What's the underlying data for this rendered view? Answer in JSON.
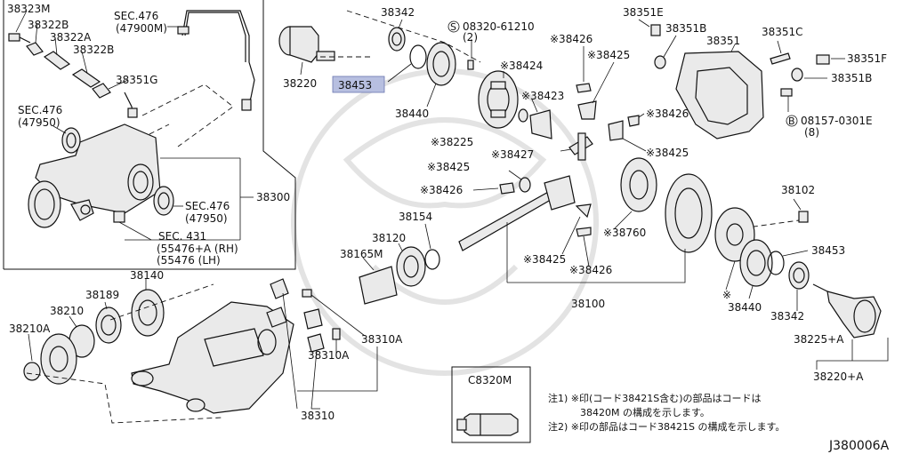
{
  "diagram_code": "J380006A",
  "labels": {
    "p38323M": "38323M",
    "p38322B_a": "38322B",
    "p38322A": "38322A",
    "p38322B_b": "38322B",
    "p38351G": "38351G",
    "sec476_top": "SEC.476",
    "sec476_top_ref": "(47900M)",
    "sec476_left": "SEC.476",
    "sec476_left_ref": "(47950)",
    "sec476_right": "SEC.476",
    "sec476_right_ref": "(47950)",
    "p38300": "38300",
    "sec431": "SEC. 431",
    "sec431_rh": "(55476+A (RH)",
    "sec431_lh": "(55476 (LH)",
    "p38342_top": "38342",
    "p38220": "38220",
    "p38453_top": "38453",
    "p38440_top": "38440",
    "bolt_code": "08320-61210",
    "bolt_qty": "(2)",
    "p38424": "※38424",
    "p38423": "※38423",
    "p38426_a": "※38426",
    "p38425_a": "※38425",
    "p38225": "※38225",
    "p38427": "※38427",
    "p38425_b": "※38425",
    "p38426_b": "※38426",
    "p38351E": "38351E",
    "p38351B_a": "38351B",
    "p38351": "38351",
    "p38351C": "38351C",
    "p38351F": "38351F",
    "p38351B_b": "38351B",
    "p38426_c": "※38426",
    "p38425_c": "※38425",
    "bolt2_code": "08157-0301E",
    "bolt2_qty": "(8)",
    "p38154": "38154",
    "p38120": "38120",
    "p38165M": "38165M",
    "p38760": "※38760",
    "p38425_d": "※38425",
    "p38426_d": "※38426",
    "p38100": "38100",
    "p38102": "38102",
    "p38453_right": "38453",
    "asterisk_mark": "※",
    "p38440_right": "38440",
    "p38342_right": "38342",
    "p38225A": "38225+A",
    "p38220A": "38220+A",
    "p38140": "38140",
    "p38189": "38189",
    "p38210": "38210",
    "p38210A": "38210A",
    "p38310A_a": "38310A",
    "p38310A_b": "38310A",
    "p38310": "38310",
    "c8320m": "C8320M"
  },
  "notes": {
    "note1_line1": "注1) ※印(コード38421S含む)の部品はコードは",
    "note1_line2": "38420M の構成を示します。",
    "note2": "注2) ※印の部品はコード38421S の構成を示します。"
  },
  "highlight_color": "#b7bfe0"
}
